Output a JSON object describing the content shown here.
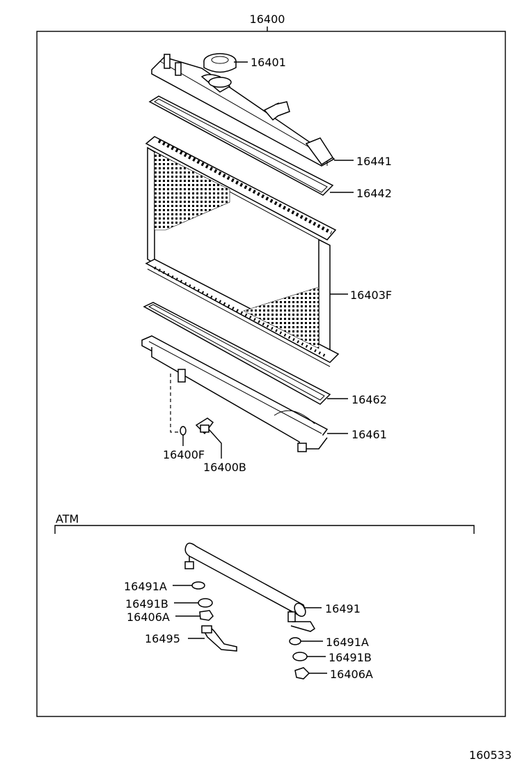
{
  "diagram": {
    "assembly_label": "16400",
    "drawing_number": "160533",
    "section_label": "ATM",
    "parts": {
      "cap": "16401",
      "upper_tank": "16441",
      "upper_gasket": "16442",
      "core": "16403F",
      "lower_gasket": "16462",
      "lower_tank": "16461",
      "drain_oring": "16400F",
      "drain_cock": "16400B",
      "cooler_pipe": "16491",
      "left_washer_a": "16491A",
      "left_washer_b": "16491B",
      "left_nut": "16406A",
      "left_hose": "16495",
      "right_washer_a": "16491A",
      "right_washer_b": "16491B",
      "right_nut": "16406A"
    }
  }
}
